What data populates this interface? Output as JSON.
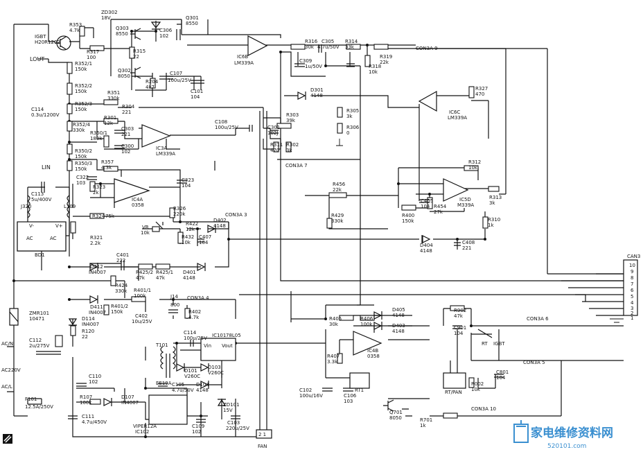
{
  "labels": {
    "ZD302": "ZD302",
    "ZD302v": "18V",
    "Q301": "Q301",
    "Q301t": "8550",
    "R353": "R353",
    "R353v": "4.7k",
    "Q303": "Q303",
    "Q303t": "8550",
    "C306": "C306",
    "C306v": "102",
    "IGBT": "IGBT",
    "IGBTt": "H20R1202",
    "R317": "R317",
    "R317v": "100",
    "R315": "R315",
    "R315v": "22",
    "IC6B": "IC6B",
    "IC6Bt": "LM339A",
    "R316": "R316",
    "R316v": "30k",
    "C305": "C305",
    "C305v": "4.7u/50V",
    "R314": "R314",
    "R314v": "33k",
    "CON3A9": "CON3A 9",
    "C309": "C309",
    "C309v": "1u/50V",
    "R319": "R319",
    "R319v": "22k",
    "R318": "R318",
    "R318v": "10k",
    "LOUT": "LOUT",
    "R352_1": "R352/1",
    "R352_1v": "150k",
    "Q302": "Q302",
    "Q302t": "8050",
    "C107": "C107",
    "C107v": "100u/25V",
    "R204": "R204",
    "R204v": "4k7",
    "C101": "C101",
    "C101v": "104",
    "R352_2": "R352/2",
    "R352_2v": "150k",
    "R327": "R327",
    "R327v": "470",
    "R351": "R351",
    "R351v": "330k",
    "D301": "D301",
    "D301v": "4148",
    "C114": "C114",
    "C114v": "0.3u/1200V",
    "R352_3": "R352/3",
    "R352_3v": "150k",
    "R304": "R304",
    "R304v": "221",
    "R305": "R305",
    "R305v": "3k",
    "IC6C": "IC6C",
    "IC6Ct": "LM339A",
    "R301": "R301",
    "R301v": "12k",
    "C108": "C108",
    "C108v": "100u/25V",
    "R303": "R303",
    "R303v": "39k",
    "R306": "R306",
    "R306v": "0",
    "R352_4": "R352/4",
    "R352_4v": "330k",
    "C303": "C303",
    "C303v": "221",
    "R350_1": "R350/1",
    "R350_1v": "180k",
    "C301": "C301",
    "C301v": "102J",
    "C300": "C300",
    "C300v": "102",
    "R311": "R311",
    "R311v": "470",
    "R302": "R302",
    "R302v": "3k",
    "IC3A": "IC3A",
    "IC3At": "LM339A",
    "R350_2": "R350/2",
    "R350_2v": "150k",
    "R350_3": "R350/3",
    "R350_3v": "150k",
    "R357": "R357",
    "R357v": "4.3k",
    "CON3A7": "CON3A 7",
    "R312": "R312",
    "R312v": "10k",
    "LIN": "LIN",
    "C322": "C322",
    "C322v": "103",
    "R323": "R323",
    "R323v": "2k",
    "C323": "C323",
    "C323v": "104",
    "IC4A": "IC4A",
    "IC4At": "0358",
    "R456": "R456",
    "R456v": "22k",
    "C405": "C405",
    "C405v": "104",
    "R454": "R454",
    "R454v": "27k",
    "IC5D": "IC5D",
    "IC5Dt": "M339A",
    "R313": "R313",
    "R313v": "3k",
    "C113": "C113",
    "C113v": "5u/400V",
    "J320": "J320",
    "L109": "L109",
    "R326": "R326",
    "R326v": "220k",
    "CON3A3": "CON3A 3",
    "R324": "R324",
    "R324v": "75k",
    "VR": "VR",
    "VRv": "10k",
    "R422": "R422",
    "R422v": "12k",
    "D402": "D402",
    "D402v": "4148",
    "R429": "R429",
    "R429v": "330k",
    "R400": "R400",
    "R400v": "150k",
    "R310": "R310",
    "R310v": "1k",
    "BD1": "BD1",
    "Vminus": "V-",
    "Vplus": "V+",
    "AC": "AC",
    "R321": "R321",
    "R321v": "2.2k",
    "R432": "R432",
    "R432v": "10k",
    "C407": "C407",
    "C407v": "104",
    "D404": "D404",
    "D404v": "4148",
    "C408": "C408",
    "C408v": "221",
    "C401": "C401",
    "C401v": "222",
    "D412": "D412",
    "D412v": "IN4007",
    "R425_2": "R425/2",
    "R425_2v": "47k",
    "R425_1": "R425/1",
    "R425_1v": "47k",
    "D401": "D401",
    "D401v": "4148",
    "R424": "R424",
    "R424v": "330k",
    "R401_1": "R401/1",
    "R401_1v": "100k",
    "CON3A4": "CON3A 4",
    "J14": "J14",
    "J14v": "800",
    "CAN3": "CAN3",
    "pins": [
      "10",
      "9",
      "8",
      "7",
      "6",
      "5",
      "4",
      "3",
      "2",
      "1"
    ],
    "D411": "D411",
    "D411v": "IN4007",
    "R401_2": "R401/2",
    "R401_2v": "150k",
    "C402": "C402",
    "C402v": "10u/25V",
    "R402": "R402",
    "R402v": "4.7k",
    "D405": "D405",
    "D405v": "4148",
    "R902": "R902",
    "R902v": "47k",
    "ZMR101": "ZMR101",
    "ZMR101v": "10471",
    "D114": "D114",
    "D114v": "IN4007",
    "R405": "R405",
    "R405v": "30k",
    "R406": "R406",
    "R406v": "100k",
    "D403": "D403",
    "D403v": "4148",
    "C901": "C901",
    "C901v": "104",
    "CON3A6": "CON3A 6",
    "R120": "R120",
    "R120v": "22",
    "C114b": "C114",
    "C114bv": "100u/25V",
    "IC101": "IC101",
    "IC101t": "78L05",
    "Vin": "Vin",
    "Vout": "Vout",
    "RT": "RT",
    "RTt": "IGBT",
    "ACN": "AC/N",
    "C112": "C112",
    "C112v": "2u/275V",
    "T101": "T101",
    "R407": "R407",
    "R407v": "3.3k",
    "IC4B": "IC4B",
    "IC4Bt": "0358",
    "CON3A5": "CON3A 5",
    "D101": "D101",
    "D101v": "V260C",
    "D103": "D103",
    "D103v": "V260C",
    "AC220V": "AC220V",
    "C110": "C110",
    "C110v": "102",
    "EE19A": "EE19A",
    "C105": "C105",
    "C105v": "4.7u/50V",
    "D104": "D104",
    "D104v": "4148",
    "C102": "C102",
    "C102v": "100u/16V",
    "RT1": "RT1",
    "RTPAN": "RT/PAN",
    "R002": "R002",
    "R002v": "10k",
    "C801": "C801",
    "C801v": "104",
    "ACL": "AC/L",
    "R107": "R107",
    "R107v": "100k",
    "D107": "D107",
    "D107v": "IN4007",
    "ZD101": "ZD101",
    "ZD101v": "15V",
    "C106": "C106",
    "C106v": "103",
    "CON3A10": "CON3A 10",
    "F101": "F101",
    "F101v": "12.5A/250V",
    "C111": "C111",
    "C111v": "4.7u/450V",
    "VIPER": "VIPER12A",
    "IC102": "IC102",
    "C109": "C109",
    "C109v": "102",
    "C103": "C103",
    "C103v": "220u/25V",
    "Q701": "Q701",
    "Q701t": "8050",
    "R701": "R701",
    "R701v": "1k",
    "FAN": "FAN",
    "FANpins": "2 1"
  },
  "watermark": {
    "text": "家电维修资料网",
    "url": "520101.com"
  }
}
